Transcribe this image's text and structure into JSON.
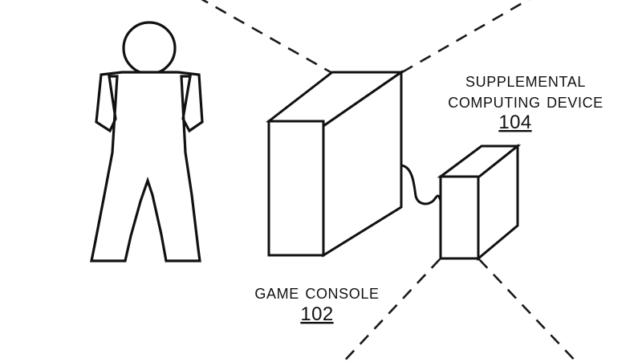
{
  "figure": {
    "background_color": "#ffffff",
    "line_color": "#111111",
    "title": "Game console and supplemental computing device schematic"
  },
  "labels": {
    "game_console": {
      "line1": "Game Console",
      "reference_numeral": "102"
    },
    "supplemental_device": {
      "line1": "Supplemental",
      "line2": "Computing Device",
      "reference_numeral": "104"
    }
  },
  "elements": {
    "person": "user-figure",
    "console_box": "game-console-box",
    "supplemental_box": "supplemental-device-box",
    "cable": "connection-cable",
    "sight_lines": "dashed-field-of-view-lines"
  }
}
